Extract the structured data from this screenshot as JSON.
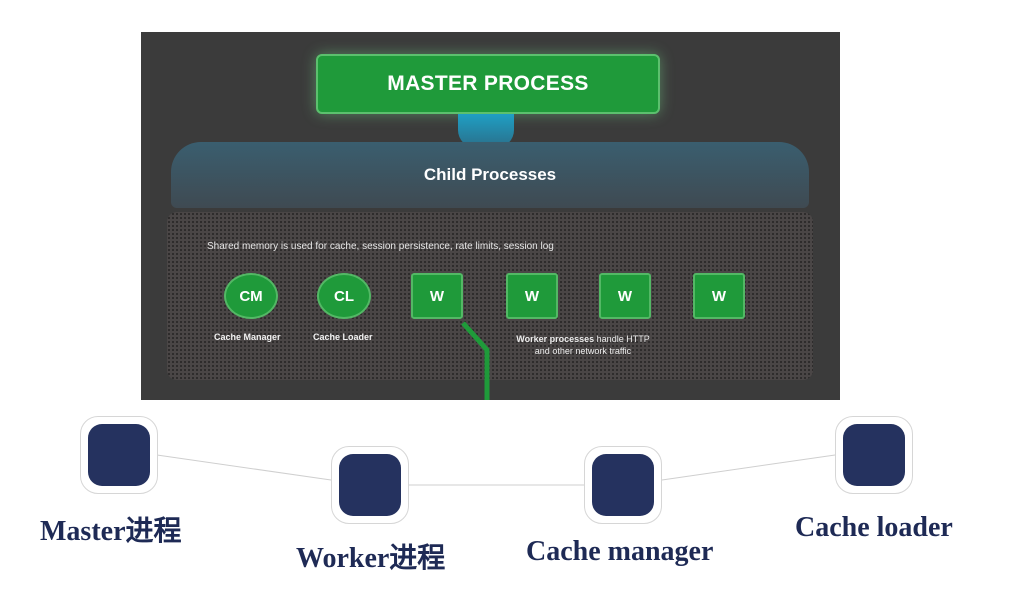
{
  "diagram": {
    "master_label": "MASTER PROCESS",
    "child_label": "Child Processes",
    "shared_memory_text": "Shared memory is used for cache, session persistence, rate limits, session log",
    "processes": [
      {
        "abbr": "CM",
        "shape": "circle",
        "label": "Cache Manager"
      },
      {
        "abbr": "CL",
        "shape": "circle",
        "label": "Cache Loader"
      },
      {
        "abbr": "W",
        "shape": "square"
      },
      {
        "abbr": "W",
        "shape": "square"
      },
      {
        "abbr": "W",
        "shape": "square"
      },
      {
        "abbr": "W",
        "shape": "square"
      }
    ],
    "worker_note_bold": "Worker processes",
    "worker_note_rest_1": " handle HTTP",
    "worker_note_rest_2": "and other network traffic"
  },
  "nodes": [
    {
      "label": "Master进程"
    },
    {
      "label": "Worker进程"
    },
    {
      "label": "Cache manager"
    },
    {
      "label": "Cache loader"
    }
  ],
  "colors": {
    "panel_bg": "#3b3b3b",
    "process_green": "#1f9a3a",
    "connector_blue": "#1f9fc4",
    "node_navy": "#25325f",
    "label_navy": "#1e2a55"
  }
}
